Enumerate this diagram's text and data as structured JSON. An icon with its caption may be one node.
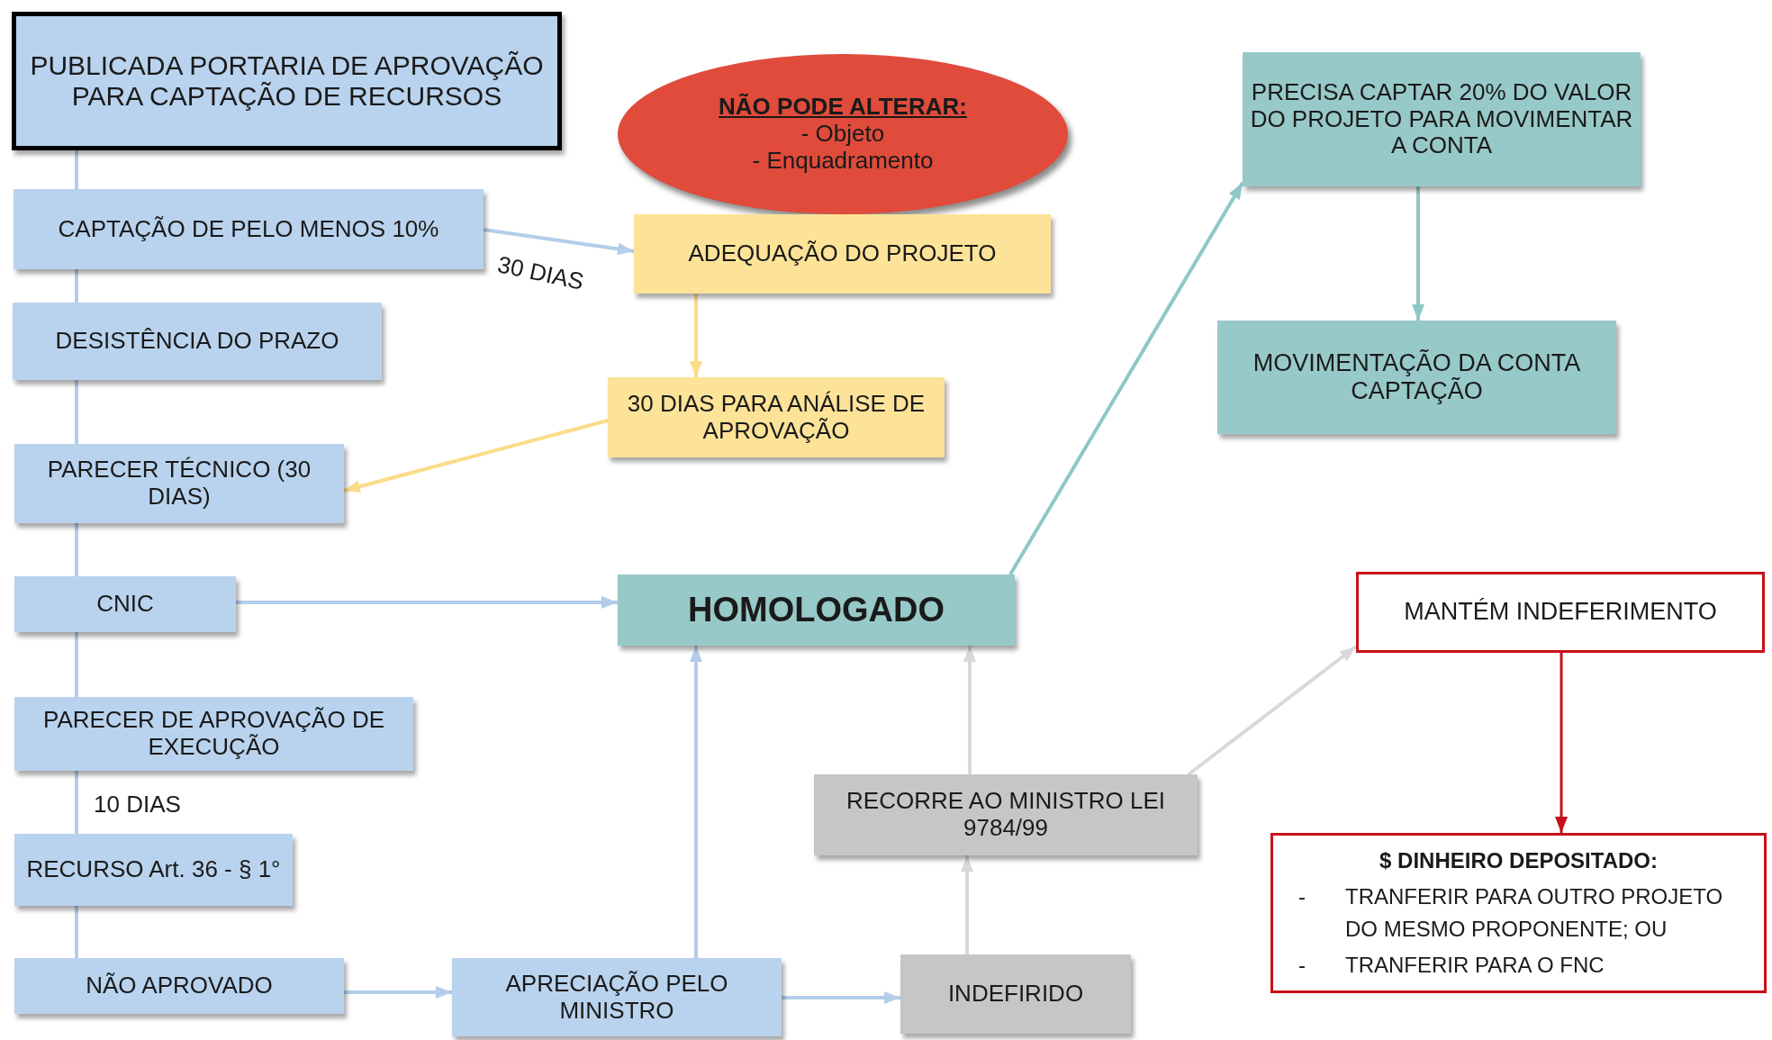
{
  "diagram": {
    "nodes": [
      {
        "text": [
          "PUBLICADA PORTARIA DE APROVAÇÃO PARA CAPTAÇÃO DE RECURSOS"
        ]
      },
      {
        "text": [
          "NÃO PODE ALTERAR:",
          "- Objeto",
          "- Enquadramento"
        ]
      },
      {
        "text": [
          "PRECISA CAPTAR 20% DO VALOR DO PROJETO PARA MOVIMENTAR A CONTA"
        ]
      },
      {
        "text": [
          "CAPTAÇÃO DE PELO MENOS 10%"
        ]
      },
      {
        "text": [
          "ADEQUAÇÃO DO PROJETO"
        ]
      },
      {
        "text": [
          "MOVIMENTAÇÃO DA CONTA CAPTAÇÃO"
        ]
      },
      {
        "text": [
          "DESISTÊNCIA DO PRAZO"
        ]
      },
      {
        "text": [
          "30 DIAS PARA ANÁLISE DE APROVAÇÃO"
        ]
      },
      {
        "text": [
          "PARECER TÉCNICO (30 DIAS)"
        ]
      },
      {
        "text": [
          "CNIC"
        ]
      },
      {
        "text": [
          "HOMOLOGADO"
        ]
      },
      {
        "text": [
          "MANTÉM INDEFERIMENTO"
        ]
      },
      {
        "text": [
          "PARECER DE APROVAÇÃO DE EXECUÇÃO"
        ]
      },
      {
        "text": [
          "RECORRE AO MINISTRO LEI 9784/99"
        ]
      },
      {
        "text": [
          "RECURSO Art. 36 - § 1°"
        ]
      },
      {
        "text": [
          "$ DINHEIRO DEPOSITADO:",
          "-",
          "TRANFERIR PARA OUTRO PROJETO DO MESMO PROPONENTE; OU",
          "-",
          "TRANFERIR PARA O FNC"
        ]
      },
      {
        "text": [
          "NÃO APROVADO"
        ]
      },
      {
        "text": [
          "APRECIAÇÃO PELO MINISTRO"
        ]
      },
      {
        "text": [
          "INDEFIRIDO"
        ]
      }
    ],
    "edges": [
      {
        "from": 0,
        "to": 3,
        "arrow": "none"
      },
      {
        "from": 3,
        "to": 6,
        "arrow": "none"
      },
      {
        "from": 6,
        "to": 8,
        "arrow": "none"
      },
      {
        "from": 8,
        "to": 9,
        "arrow": "none"
      },
      {
        "from": 9,
        "to": 12,
        "arrow": "none"
      },
      {
        "from": 12,
        "to": 14,
        "arrow": "none",
        "label": "10 DIAS"
      },
      {
        "from": 14,
        "to": 16,
        "arrow": "none"
      },
      {
        "from": 3,
        "to": 4,
        "arrow": "to",
        "label": "30 DIAS"
      },
      {
        "from": 4,
        "to": 7,
        "arrow": "to",
        "color": "#fbdc88"
      },
      {
        "from": 7,
        "to": 8,
        "arrow": "to",
        "color": "#fbdc88"
      },
      {
        "from": 9,
        "to": 10,
        "arrow": "to"
      },
      {
        "from": 16,
        "to": 17,
        "arrow": "to"
      },
      {
        "from": 17,
        "to": 18,
        "arrow": "to"
      },
      {
        "from": 17,
        "to": 10,
        "arrow": "to"
      },
      {
        "from": 18,
        "to": 13,
        "arrow": "to",
        "color": "#d9d9d9"
      },
      {
        "from": 13,
        "to": 10,
        "arrow": "to",
        "color": "#d9d9d9"
      },
      {
        "from": 13,
        "to": 11,
        "arrow": "to",
        "color": "#d9d9d9"
      },
      {
        "from": 10,
        "to": 2,
        "arrow": "to",
        "color": "#8ec8c6"
      },
      {
        "from": 2,
        "to": 5,
        "arrow": "to",
        "color": "#8ec8c6"
      },
      {
        "from": 11,
        "to": 15,
        "arrow": "to",
        "color": "#c8101a"
      }
    ]
  }
}
